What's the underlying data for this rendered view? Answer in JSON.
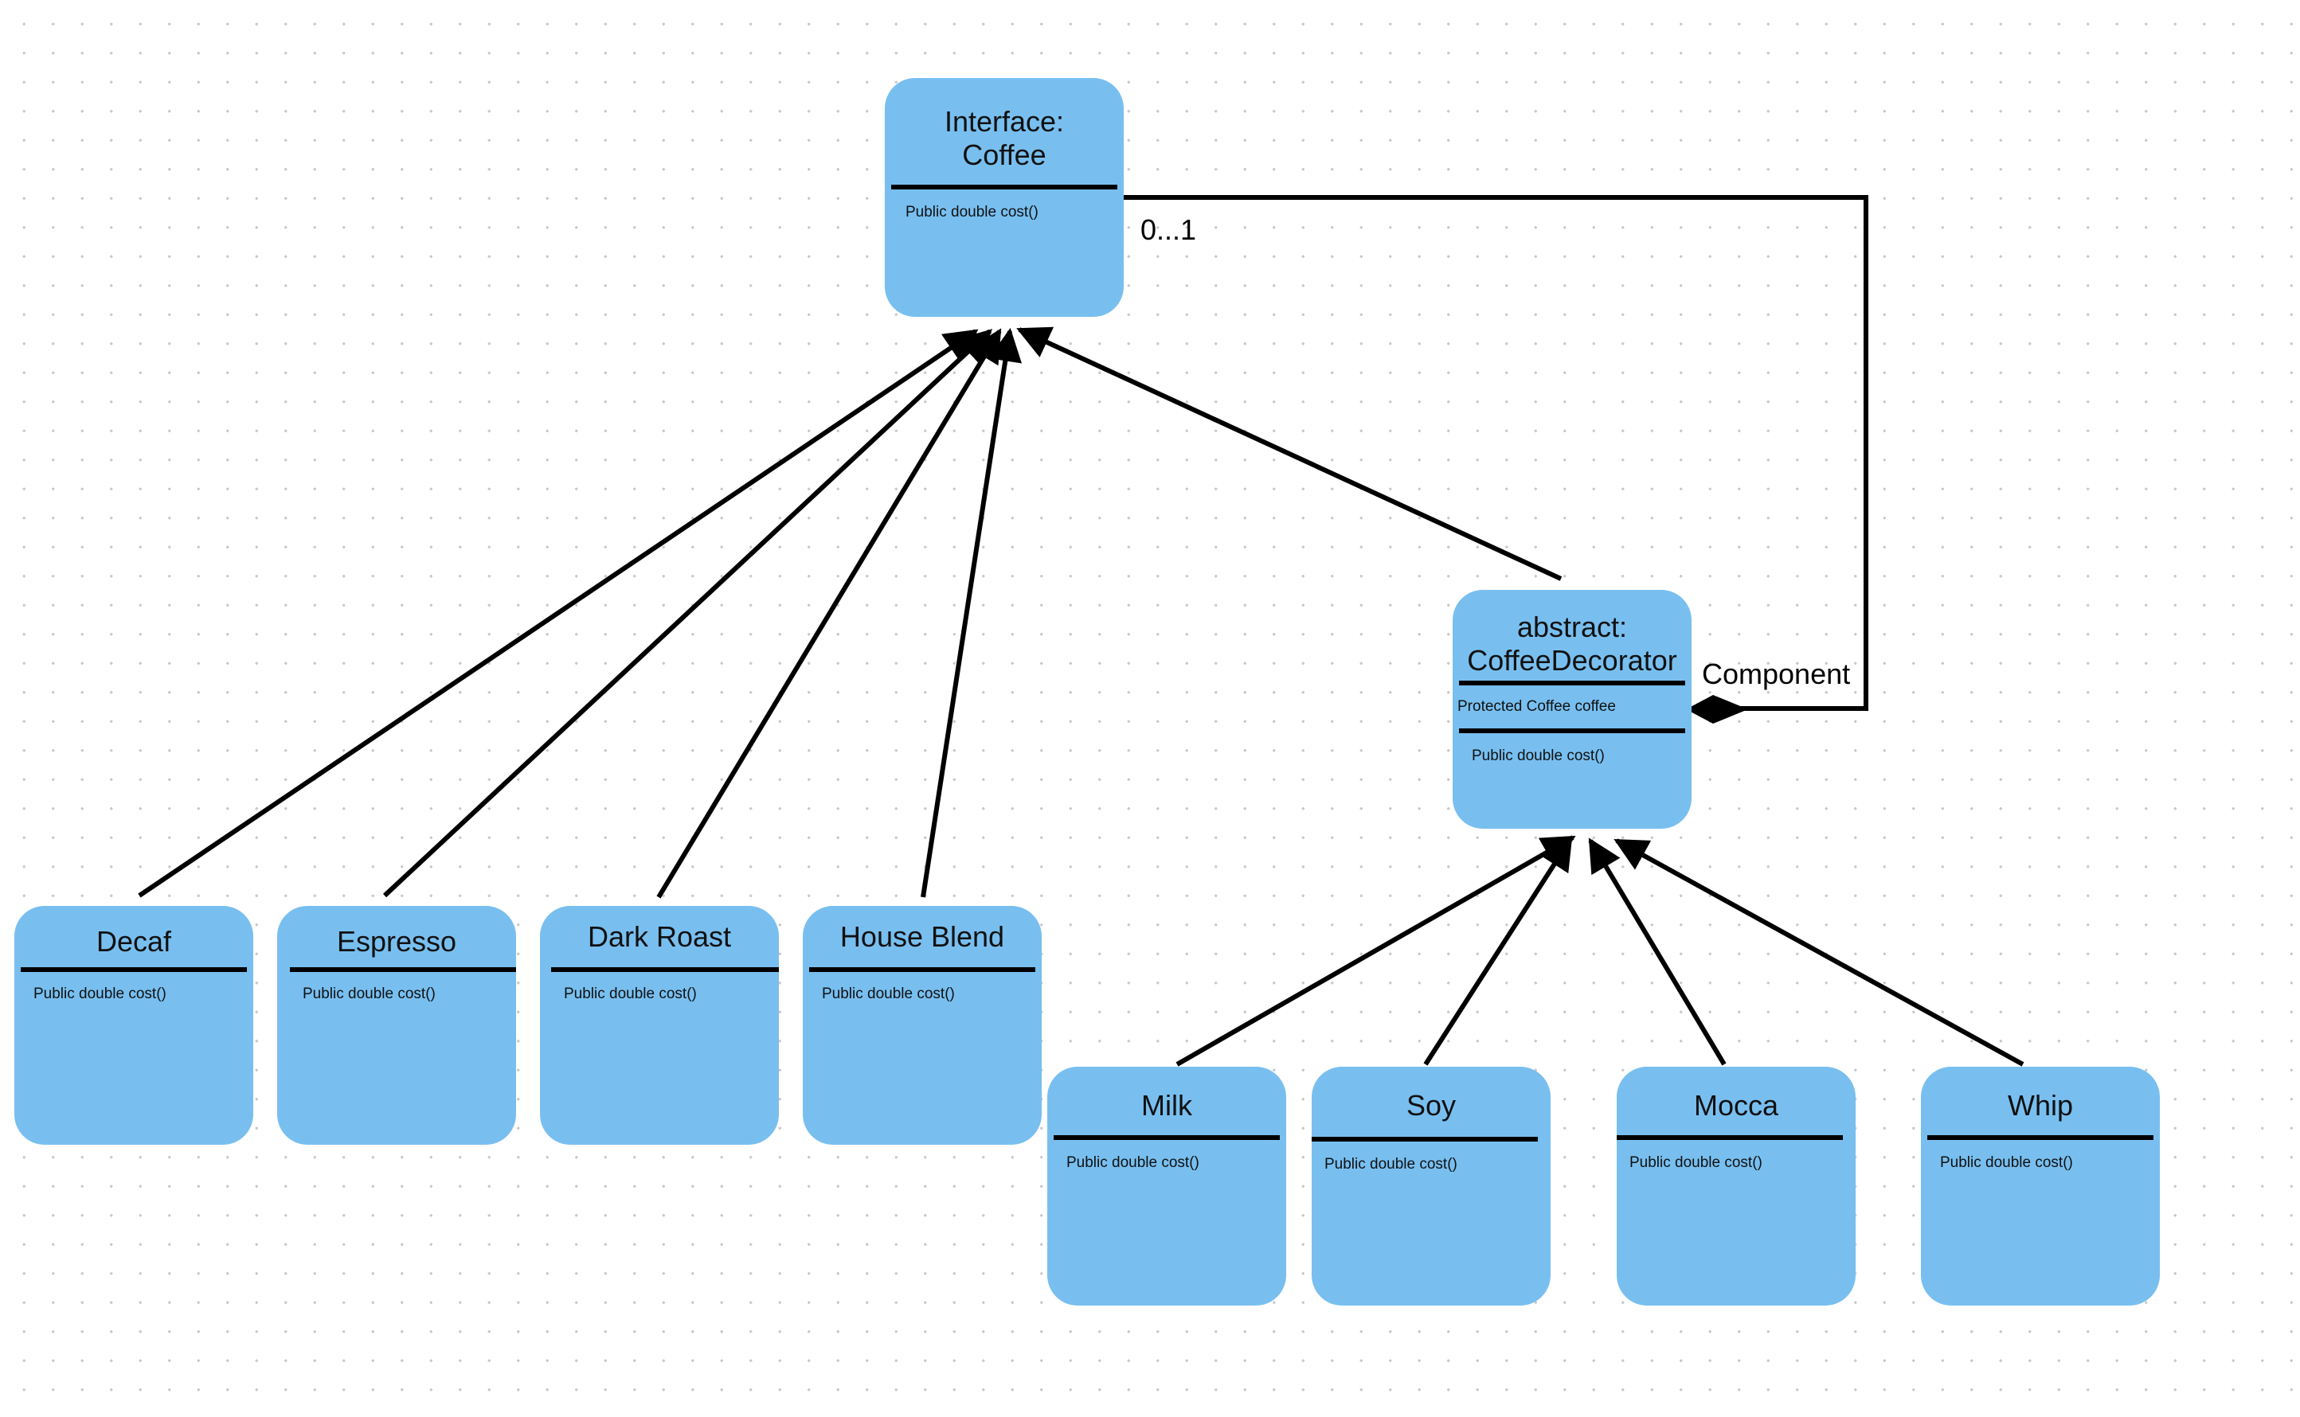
{
  "interface_box": {
    "title_line1": "Interface:",
    "title_line2": "Coffee",
    "method": "Public double cost()"
  },
  "decorator_box": {
    "title_line1": "abstract:",
    "title_line2": "CoffeeDecorator",
    "field": "Protected Coffee coffee",
    "method": "Public double cost()"
  },
  "components": [
    {
      "name": "Decaf",
      "method": "Public double cost()"
    },
    {
      "name": "Espresso",
      "method": "Public double cost()"
    },
    {
      "name": "Dark Roast",
      "method": "Public double cost()"
    },
    {
      "name": "House Blend",
      "method": "Public double cost()"
    }
  ],
  "decorators": [
    {
      "name": "Milk",
      "method": "Public double cost()"
    },
    {
      "name": "Soy",
      "method": "Public double cost()"
    },
    {
      "name": "Mocca",
      "method": "Public double cost()"
    },
    {
      "name": "Whip",
      "method": "Public double cost()"
    }
  ],
  "labels": {
    "multiplicity": "0...1",
    "role": "Component"
  },
  "colors": {
    "box_fill": "#78bff0",
    "line": "#000000",
    "grid_dot": "#c9c9c9"
  }
}
